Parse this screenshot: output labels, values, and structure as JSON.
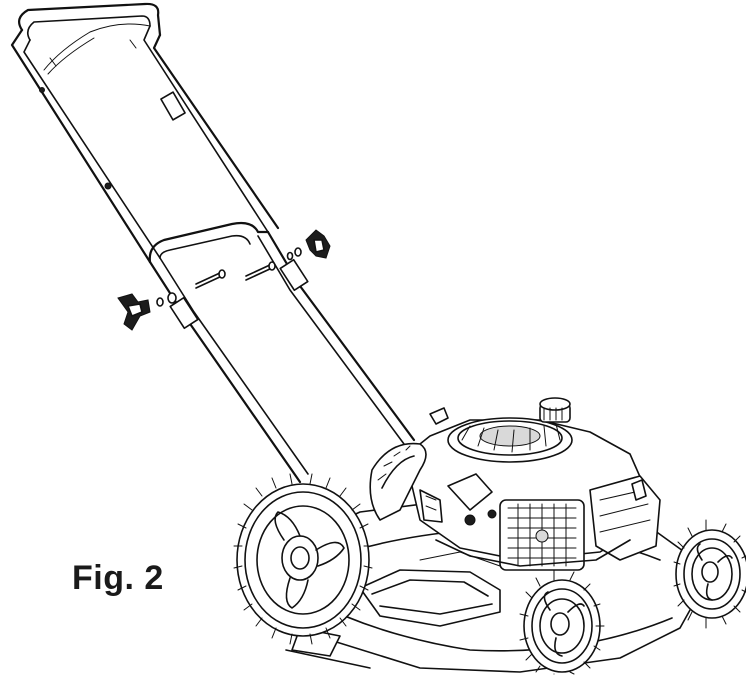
{
  "figure": {
    "label": "Fig. 2"
  },
  "illustration": {
    "parts": {
      "handle": "upper-handle",
      "lower_handle": "lower-handle",
      "knob_left": "handle-knob",
      "knob_right": "handle-knob",
      "bolts": "carriage-bolt",
      "engine": "engine",
      "deck": "mower-deck",
      "wheels": "wheel"
    }
  }
}
